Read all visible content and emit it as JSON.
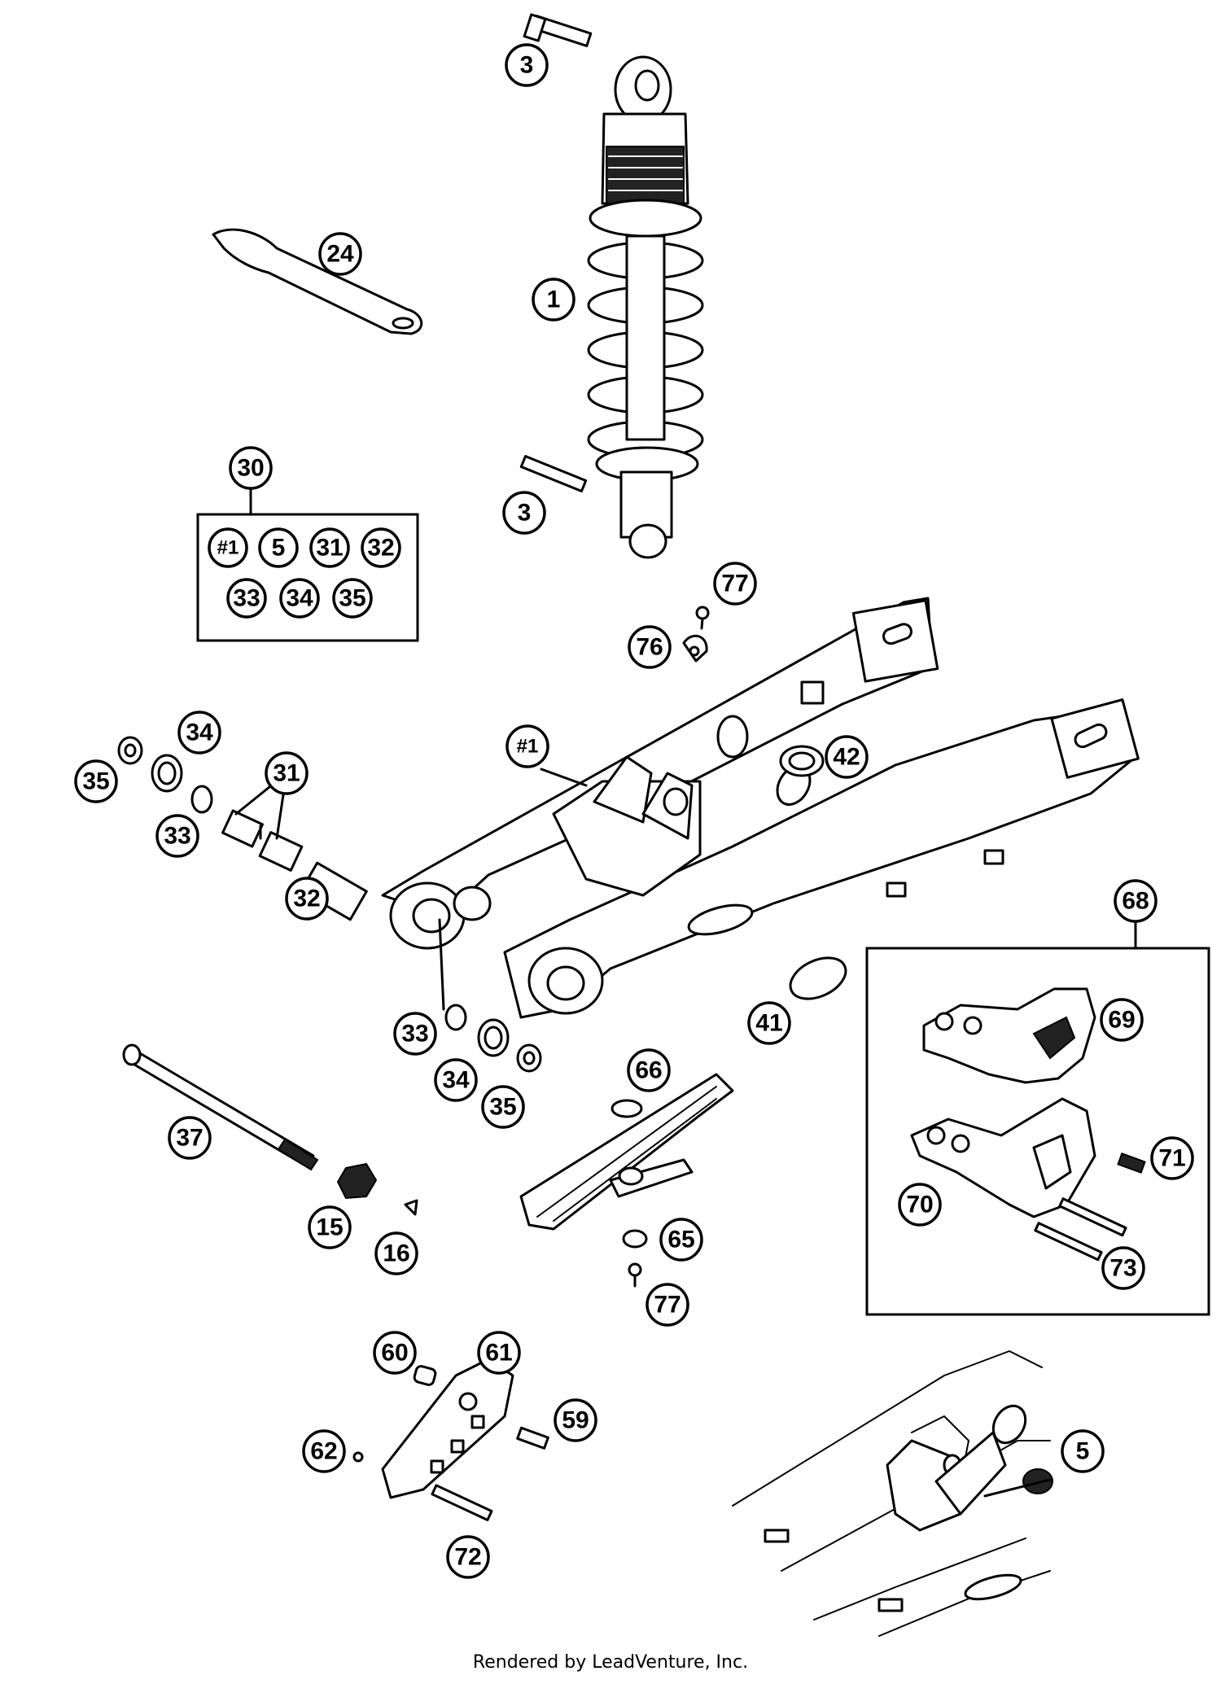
{
  "diagram": {
    "callouts": {
      "c3_top": "3",
      "c24": "24",
      "c1": "1",
      "c3_bottom": "3",
      "c30": "30",
      "c77_top": "77",
      "c76": "76",
      "c1_arm": "#1",
      "c42": "42",
      "c34_top": "34",
      "c35_top": "35",
      "c31": "31",
      "c33_top": "33",
      "c32": "32",
      "c68": "68",
      "c69": "69",
      "c41": "41",
      "c33_bottom": "33",
      "c34_bottom": "34",
      "c35_bottom": "35",
      "c66": "66",
      "c71": "71",
      "c37": "37",
      "c70": "70",
      "c15": "15",
      "c65": "65",
      "c16": "16",
      "c73": "73",
      "c77_bottom": "77",
      "c60": "60",
      "c61": "61",
      "c59": "59",
      "c62": "62",
      "c5": "5",
      "c72": "72"
    },
    "kit_30_items": [
      "#1",
      "5",
      "31",
      "32",
      "33",
      "34",
      "35"
    ]
  },
  "footer": "Rendered by LeadVenture, Inc."
}
